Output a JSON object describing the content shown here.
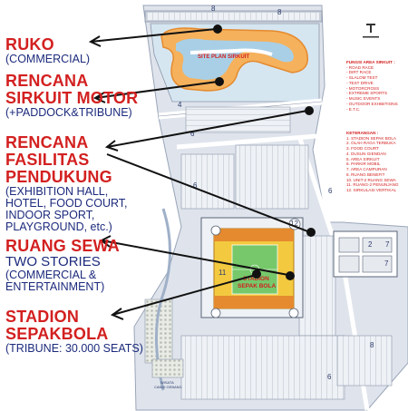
{
  "labels": {
    "ruko": {
      "title": "RUKO",
      "sub": "(COMMERCIAL)"
    },
    "sirkuit": {
      "title1": "RENCANA",
      "title2": "SIRKUIT MOTOR",
      "sub": "(+PADDOCK&TRIBUNE)"
    },
    "fasilitas": {
      "title1": "RENCANA",
      "title2": "FASILITAS",
      "title3": "PENDUKUNG",
      "sub1": "(EXHIBITION HALL,",
      "sub2": "HOTEL, FOOD COURT,",
      "sub3": "INDOOR SPORT,",
      "sub4": "PLAYGROUND, etc.)"
    },
    "ruang_sewa": {
      "title": "RUANG SEWA",
      "sub1": "TWO STORIES",
      "sub2": "(COMMERCIAL &",
      "sub3": "ENTERTAINMENT)"
    },
    "stadion": {
      "title1": "STADION",
      "title2": "SEPAKBOLA",
      "sub": "(TRIBUNE: 30.000 SEATS)"
    }
  },
  "map": {
    "site_plan_title": "SITE PLAN SIRKUIT",
    "stadion_label1": "STADION",
    "stadion_label2": "SEPAK BOLA",
    "wisata_label1": "WISATA",
    "wisata_label2": "CANDI GEBANG",
    "zones": {
      "z8a": "8",
      "z8b": "8",
      "z4": "4",
      "z6a": "6",
      "z6b": "6",
      "z6c": "6",
      "z2": "2",
      "z7a": "7",
      "z7b": "7",
      "z11": "11",
      "z12": "12",
      "z8c": "8",
      "z6d": "6"
    }
  },
  "legend_fungsi": {
    "heading": "FUNGSI AREA SIRKUIT :",
    "items": [
      "- ROAD RACE",
      "- DIRT RACE",
      "- SLALOM TEST",
      "- TEST DRIVE",
      "- MOTORCROSS",
      "- EXTREME SPORTS",
      "- MUSIC EVENTS",
      "- OUTDOOR EXHIBITIONS",
      "- E.T.C."
    ]
  },
  "legend_keterangan": {
    "heading": "KETERANGAN :",
    "items": [
      "1. STADION SEPAK BOLA",
      "2. OLAH RAGA TERBUKA",
      "3. FOOD COURT",
      "4. DUSUN GIENDAN",
      "5. AREA SIRKUIT",
      "6. PARKIR MOBIL",
      "7. AREA CAMPURAN",
      "8. RUANG BENEFIT",
      "10. UNIT-2 RUANG SEWA",
      "11. RUANG-2 PENUNJANG",
      "12. SIRKULASI VERTIKAL"
    ]
  },
  "colors": {
    "title_red": "#d32020",
    "sub_blue": "#1c2a7c",
    "track_orange": "#f5b15c",
    "track_blue": "#a9cfe6",
    "field_green": "#76c86b",
    "roof_yellow": "#f3c93f",
    "roof_orange": "#e58a2e"
  }
}
